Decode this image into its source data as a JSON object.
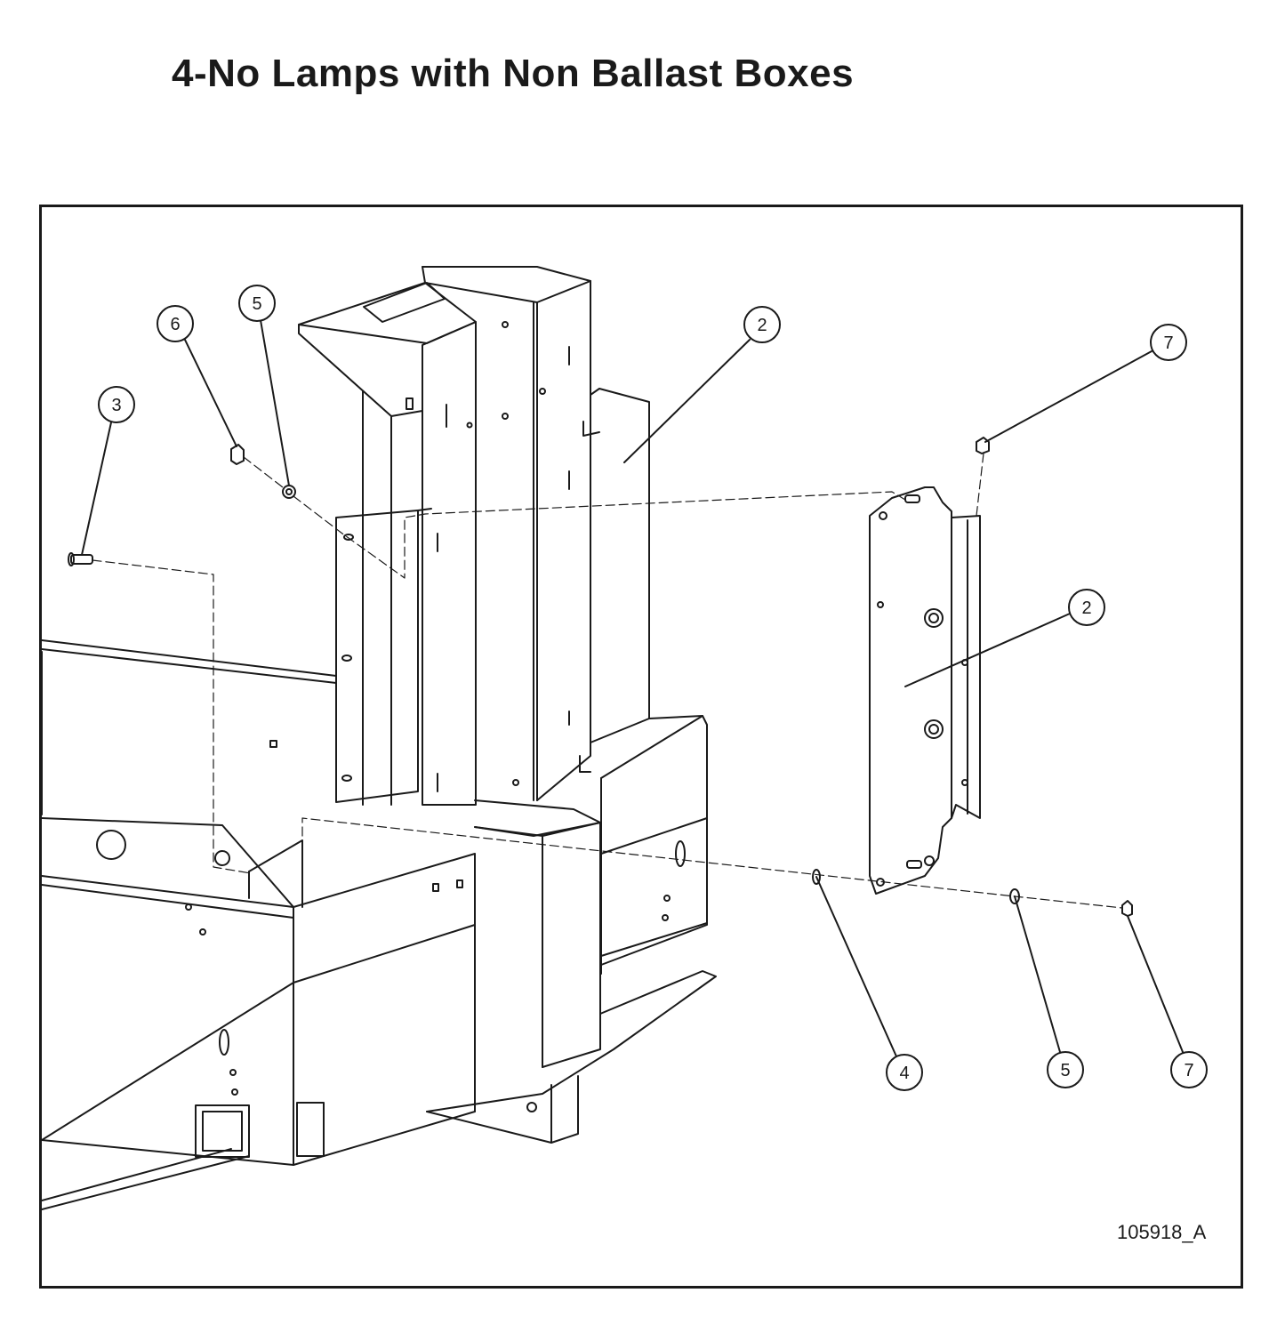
{
  "title": "4-No Lamps with Non Ballast Boxes",
  "drawing_number": "105918_A",
  "callouts": [
    {
      "id": "callout-6",
      "label": "6"
    },
    {
      "id": "callout-5-top",
      "label": "5"
    },
    {
      "id": "callout-2-top",
      "label": "2"
    },
    {
      "id": "callout-7-top",
      "label": "7"
    },
    {
      "id": "callout-3",
      "label": "3"
    },
    {
      "id": "callout-2-right",
      "label": "2"
    },
    {
      "id": "callout-4",
      "label": "4"
    },
    {
      "id": "callout-5-bottom",
      "label": "5"
    },
    {
      "id": "callout-7-bottom",
      "label": "7"
    }
  ],
  "colors": {
    "ink": "#1a1a1a",
    "background": "#ffffff"
  }
}
